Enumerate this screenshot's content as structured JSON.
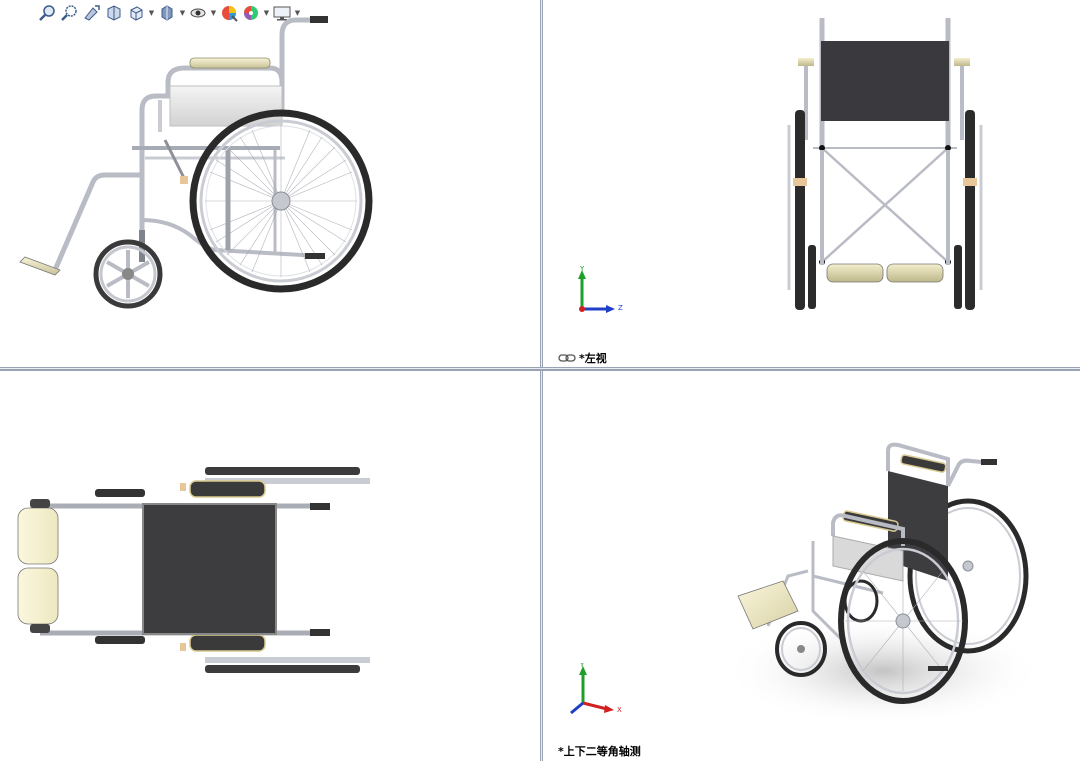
{
  "toolbar": {
    "buttons": [
      {
        "name": "zoom-to-fit-icon",
        "dropdown": false
      },
      {
        "name": "zoom-to-area-icon",
        "dropdown": false
      },
      {
        "name": "previous-view-icon",
        "dropdown": false
      },
      {
        "name": "section-view-icon",
        "dropdown": false
      },
      {
        "name": "view-orientation-icon",
        "dropdown": true
      },
      {
        "name": "display-style-icon",
        "dropdown": true
      },
      {
        "name": "hide-show-items-icon",
        "dropdown": true
      },
      {
        "name": "edit-appearance-icon",
        "dropdown": false
      },
      {
        "name": "apply-scene-icon",
        "dropdown": true
      },
      {
        "name": "view-settings-icon",
        "dropdown": true
      }
    ]
  },
  "viewports": {
    "top_right": {
      "label": "*左视",
      "linked_icon": "link-views-icon",
      "triad_axes": [
        "Y",
        "Z"
      ]
    },
    "bottom_right": {
      "label": "*上下二等角轴测",
      "triad_axes": [
        "Y",
        "X"
      ]
    }
  },
  "colors": {
    "divider": "#9aa3b4",
    "seat_fabric": "#3a3a3e",
    "metal": "#c9ccd3",
    "pad": "#eeeac8",
    "axis_x": "#d21f1f",
    "axis_y": "#1f9e2a",
    "axis_z": "#1f3fc9"
  }
}
